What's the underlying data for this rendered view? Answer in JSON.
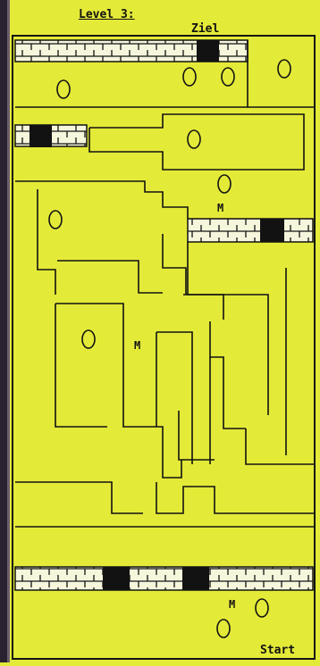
{
  "level": {
    "title": "Level 3:"
  },
  "labels": {
    "goal": "Ziel",
    "start": "Start",
    "marker": "M"
  },
  "colors": {
    "background": "#e4ea38",
    "wall": "#121212",
    "brick_fill": "#f5f6dc",
    "frame_edge": "#2a2230"
  }
}
